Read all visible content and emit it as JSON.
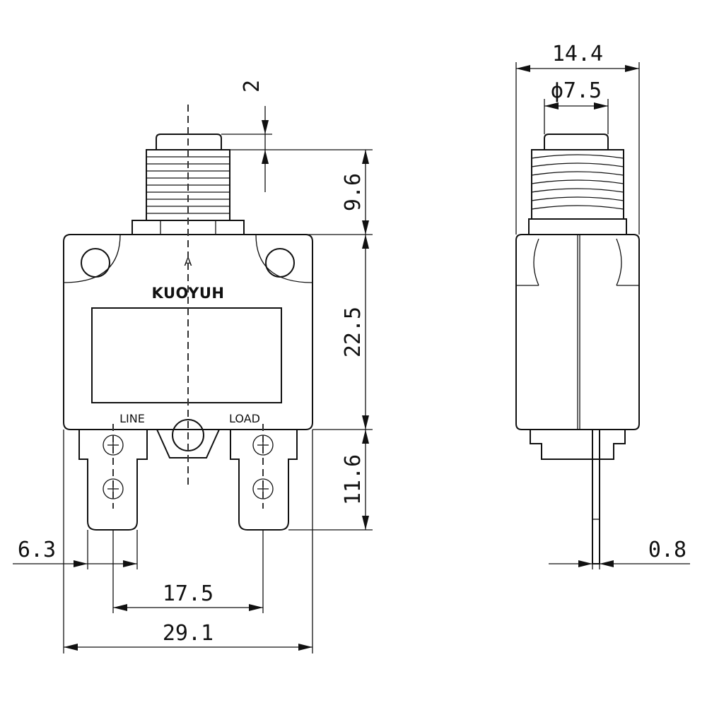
{
  "front_view": {
    "brand": "KUOYUH",
    "rating": "A",
    "terminal_left": "LINE",
    "terminal_right": "LOAD"
  },
  "dimensions": {
    "button_travel": "2",
    "thread_length": "9.6",
    "body_height": "22.5",
    "terminal_length": "11.6",
    "terminal_width": "6.3",
    "terminal_spacing": "17.5",
    "body_width": "29.1",
    "side_thickness": "14.4",
    "thread_diameter": "ϕ7.5",
    "blade_thickness": "0.8"
  },
  "colors": {
    "line": "#111111",
    "background": "#ffffff"
  }
}
